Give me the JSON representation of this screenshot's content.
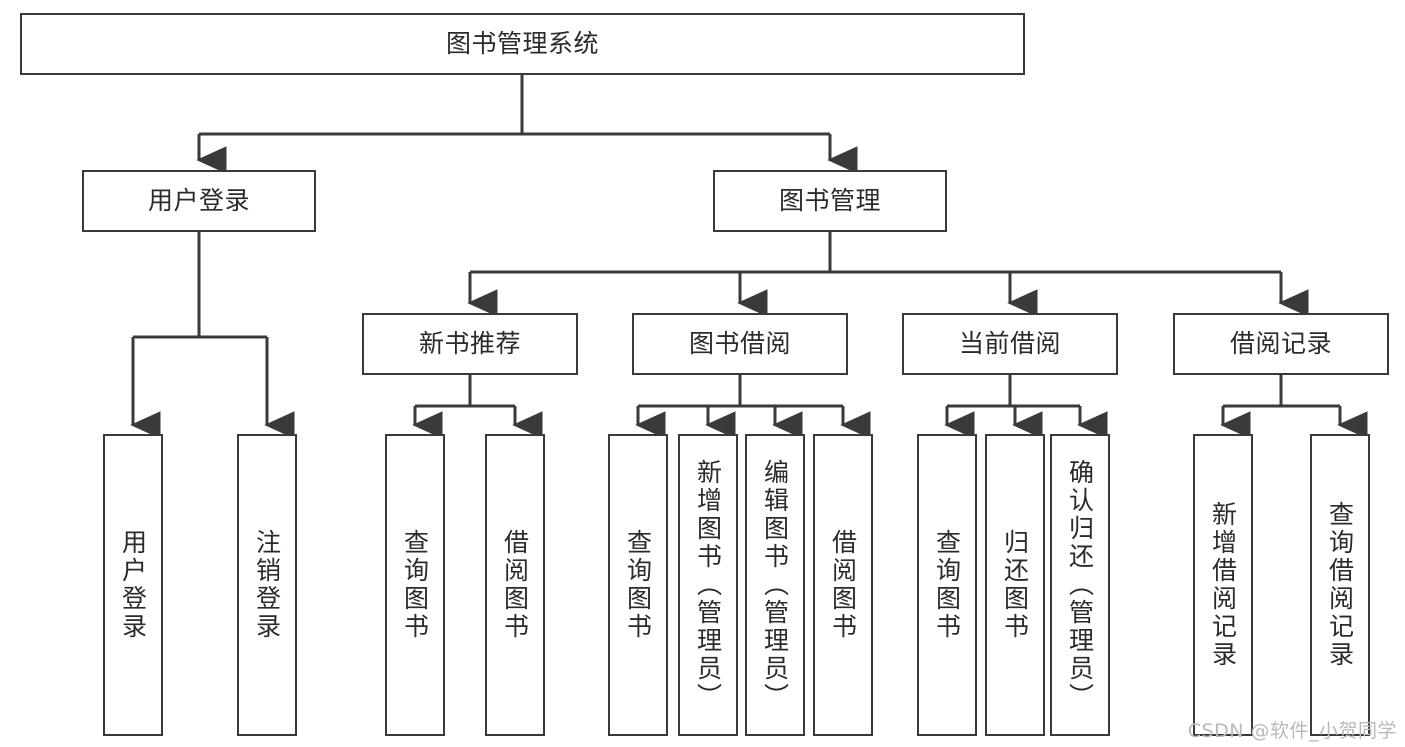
{
  "diagram": {
    "type": "tree",
    "title": "图书管理系统",
    "orientation": "top-down",
    "line_color": "#3a3a3a",
    "box_fill": "#ffffff",
    "text_color": "#2b2b2b"
  },
  "nodes": {
    "root": {
      "label": "图书管理系统"
    },
    "level2": [
      {
        "label": "用户登录"
      },
      {
        "label": "图书管理"
      }
    ],
    "level3": [
      {
        "label": "新书推荐"
      },
      {
        "label": "图书借阅"
      },
      {
        "label": "当前借阅"
      },
      {
        "label": "借阅记录"
      }
    ],
    "leaves": {
      "user_login": [
        {
          "label": "用户登录"
        },
        {
          "label": "注销登录"
        }
      ],
      "new_book": [
        {
          "label": "查询图书"
        },
        {
          "label": "借阅图书"
        }
      ],
      "book_borrow": [
        {
          "label": "查询图书"
        },
        {
          "label": "新增图书（管理员）"
        },
        {
          "label": "编辑图书（管理员）"
        },
        {
          "label": "借阅图书"
        }
      ],
      "current_borrow": [
        {
          "label": "查询图书"
        },
        {
          "label": "归还图书"
        },
        {
          "label": "确认归还（管理员）"
        }
      ],
      "borrow_record": [
        {
          "label": "新增借阅记录"
        },
        {
          "label": "查询借阅记录"
        }
      ]
    }
  },
  "watermark": {
    "text": "CSDN @软件_小贺同学"
  }
}
